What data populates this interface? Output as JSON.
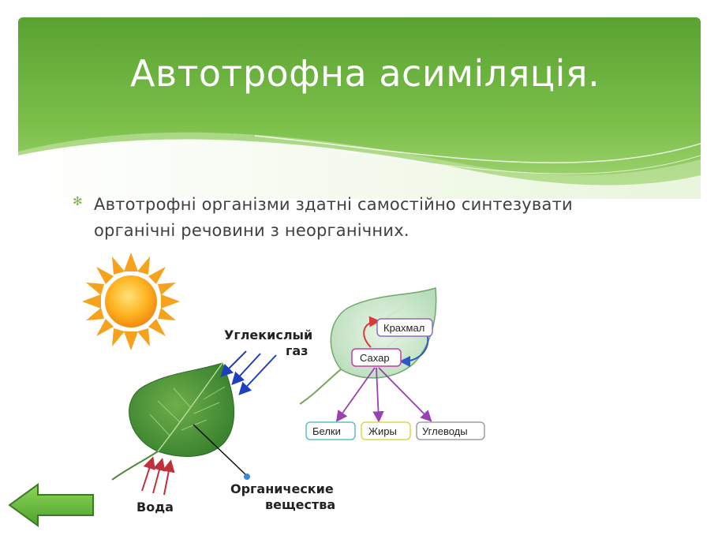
{
  "slide": {
    "title": "Автотрофна асиміляція.",
    "bullet": "Автотрофні організми здатні самостійно синтезувати органічні речовини з неорганічних."
  },
  "diagram": {
    "co2_label_line1": "Углекислый",
    "co2_label_line2": "газ",
    "water_label": "Вода",
    "organic_line1": "Органические",
    "organic_line2": "вещества",
    "starch": "Крахмал",
    "sugar": "Сахар",
    "proteins": "Белки",
    "fats": "Жиры",
    "carbs": "Углеводы"
  },
  "colors": {
    "header_green": "#6db33f",
    "accent_green": "#7ab648",
    "co2_arrow": "#1f3fbf",
    "water_arrow": "#c0303a"
  },
  "icons": [
    "sun-icon",
    "leaf-icon",
    "back-arrow-icon"
  ]
}
